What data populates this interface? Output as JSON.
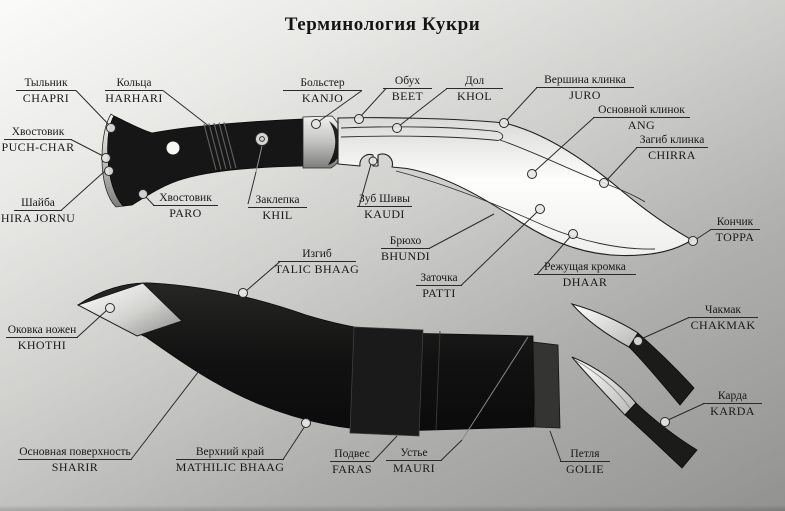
{
  "title": "Терминология Кукри",
  "labels": {
    "knife": [
      {
        "ru": "Тыльник",
        "en": "CHAPRI"
      },
      {
        "ru": "Кольца",
        "en": "HARHARI"
      },
      {
        "ru": "Больстер",
        "en": "KANJO"
      },
      {
        "ru": "Обух",
        "en": "BEET"
      },
      {
        "ru": "Дол",
        "en": "KHOL"
      },
      {
        "ru": "Вершина клинка",
        "en": "JURO"
      },
      {
        "ru": "Основной клинок",
        "en": "ANG"
      },
      {
        "ru": "Загиб клинка",
        "en": "CHIRRA"
      },
      {
        "ru": "Кончик",
        "en": "TOPPA"
      },
      {
        "ru": "Хвостовик",
        "en": "PUCH-CHAR"
      },
      {
        "ru": "Шайба",
        "en": "HIRA JORNU"
      },
      {
        "ru": "Хвостовик",
        "en": "PARO"
      },
      {
        "ru": "Заклепка",
        "en": "KHIL"
      },
      {
        "ru": "Зуб Шивы",
        "en": "KAUDI"
      },
      {
        "ru": "Брюхо",
        "en": "BHUNDI"
      },
      {
        "ru": "Заточка",
        "en": "PATTI"
      },
      {
        "ru": "Режущая кромка",
        "en": "DHAAR"
      }
    ],
    "scabbard": [
      {
        "ru": "Изгиб",
        "en": "TALIC BHAAG"
      },
      {
        "ru": "Оковка ножен",
        "en": "KHOTHI"
      },
      {
        "ru": "Основная поверхность",
        "en": "SHARIR"
      },
      {
        "ru": "Верхний край",
        "en": "MATHILIC BHAAG"
      },
      {
        "ru": "Подвес",
        "en": "FARAS"
      },
      {
        "ru": "Устье",
        "en": "MAURI"
      },
      {
        "ru": "Петля",
        "en": "GOLIE"
      }
    ],
    "accessories": [
      {
        "ru": "Чакмак",
        "en": "CHAKMAK"
      },
      {
        "ru": "Карда",
        "en": "KARDA"
      }
    ]
  },
  "colors": {
    "background_light": "#fbfbf9",
    "background_dark": "#919190",
    "ink": "#2a2a2a",
    "handle_black": "#161616",
    "blade_white": "#fdfdfb",
    "metal_gray": "#d8d8d5"
  }
}
